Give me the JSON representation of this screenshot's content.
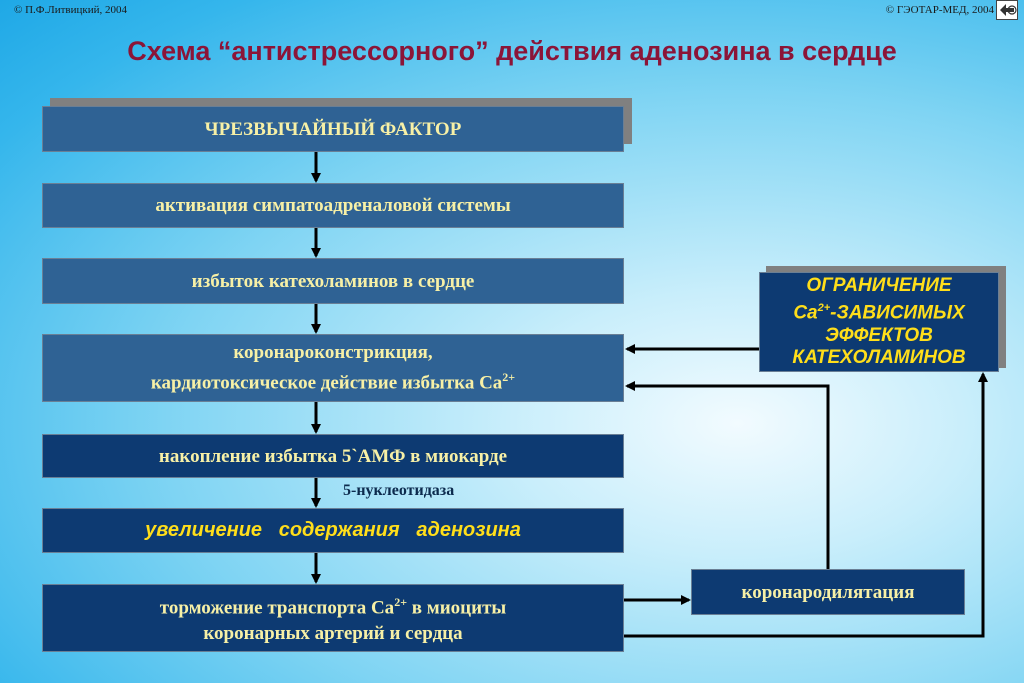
{
  "header": {
    "copyright_left": "© П.Ф.Литвицкий, 2004",
    "copyright_right": "© ГЭОТАР-МЕД, 2004",
    "title": "Схема “антистрессорного” действия аденозина в сердце"
  },
  "flow": {
    "box1": "ЧРЕЗВЫЧАЙНЫЙ  ФАКТОР",
    "box2": "активация симпатоадреналовой системы",
    "box3": "избыток катехоламинов в сердце",
    "box4_line1": "коронароконстрикция,",
    "box4_line2": "кардиотоксическое действие избытка Ca",
    "box4_sup": "2+",
    "box5": "накопление избытка 5`АМФ в миокарде",
    "enzyme_label": "5-нуклеотидаза",
    "box6": "увеличение   содержания   аденозина",
    "box7_line1_a": "торможение транспорта Ca",
    "box7_sup": "2+",
    "box7_line1_b": " в миоциты",
    "box7_line2": "коронарных артерий и сердца"
  },
  "side": {
    "limit_line1": "ОГРАНИЧЕНИЕ",
    "limit_line2_a": "Ca",
    "limit_sup": "2+",
    "limit_line2_b": "-ЗАВИСИМЫХ",
    "limit_line3": "ЭФФЕКТОВ",
    "limit_line4": "КАТЕХОЛАМИНОВ",
    "coronary_dilation": "коронародилятация"
  },
  "colors": {
    "title": "#8b1538",
    "box_light": "#2f6294",
    "box_dark": "#0d3a72",
    "text_pale": "#f7f0a6",
    "text_yellow": "#ffde1a"
  }
}
